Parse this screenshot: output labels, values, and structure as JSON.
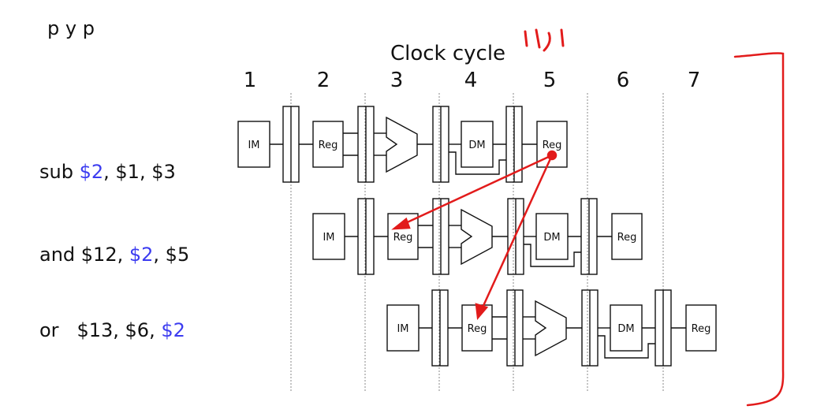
{
  "top_cut_text": "p     y         p",
  "title": "Clock cycle",
  "cycles": [
    "1",
    "2",
    "3",
    "4",
    "5",
    "6",
    "7"
  ],
  "instructions": [
    {
      "op": "sub",
      "gap": " ",
      "parts": [
        {
          "t": "$2",
          "hl": true
        },
        {
          "t": ", ",
          "hl": false
        },
        {
          "t": "$1",
          "hl": false
        },
        {
          "t": ", ",
          "hl": false
        },
        {
          "t": "$3",
          "hl": false
        }
      ]
    },
    {
      "op": "and",
      "gap": " ",
      "parts": [
        {
          "t": "$12",
          "hl": false
        },
        {
          "t": ", ",
          "hl": false
        },
        {
          "t": "$2",
          "hl": true
        },
        {
          "t": ", ",
          "hl": false
        },
        {
          "t": "$5",
          "hl": false
        }
      ]
    },
    {
      "op": "or",
      "gap": "   ",
      "parts": [
        {
          "t": "$13",
          "hl": false
        },
        {
          "t": ", ",
          "hl": false
        },
        {
          "t": "$6",
          "hl": false
        },
        {
          "t": ", ",
          "hl": false
        },
        {
          "t": "$2",
          "hl": true
        }
      ]
    }
  ],
  "stage_labels": {
    "im": "IM",
    "reg": "Reg",
    "dm": "DM"
  },
  "colors": {
    "highlight": "#3c3cf0",
    "annotation": "#e21b1b",
    "ink": "#111111"
  }
}
